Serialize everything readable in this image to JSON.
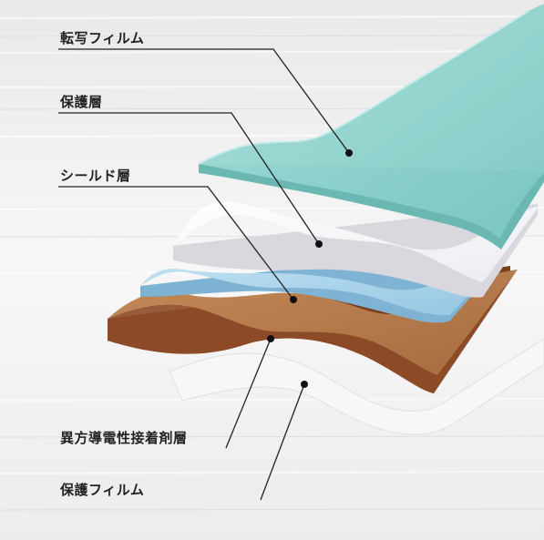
{
  "labels": {
    "transfer_film": "転写フィルム",
    "protective_layer": "保護層",
    "shield_layer": "シールド層",
    "adhesive_layer": "異方導電性接着剤層",
    "protective_film": "保護フィルム"
  },
  "colors": {
    "transfer_film": "#8fd0cc",
    "protective_layer": "#f3f3f6",
    "shield_layer": "#a8d2ea",
    "adhesive_layer": "#b57a4c",
    "protective_film": "#f6f6f6",
    "leader_line": "#222222"
  }
}
